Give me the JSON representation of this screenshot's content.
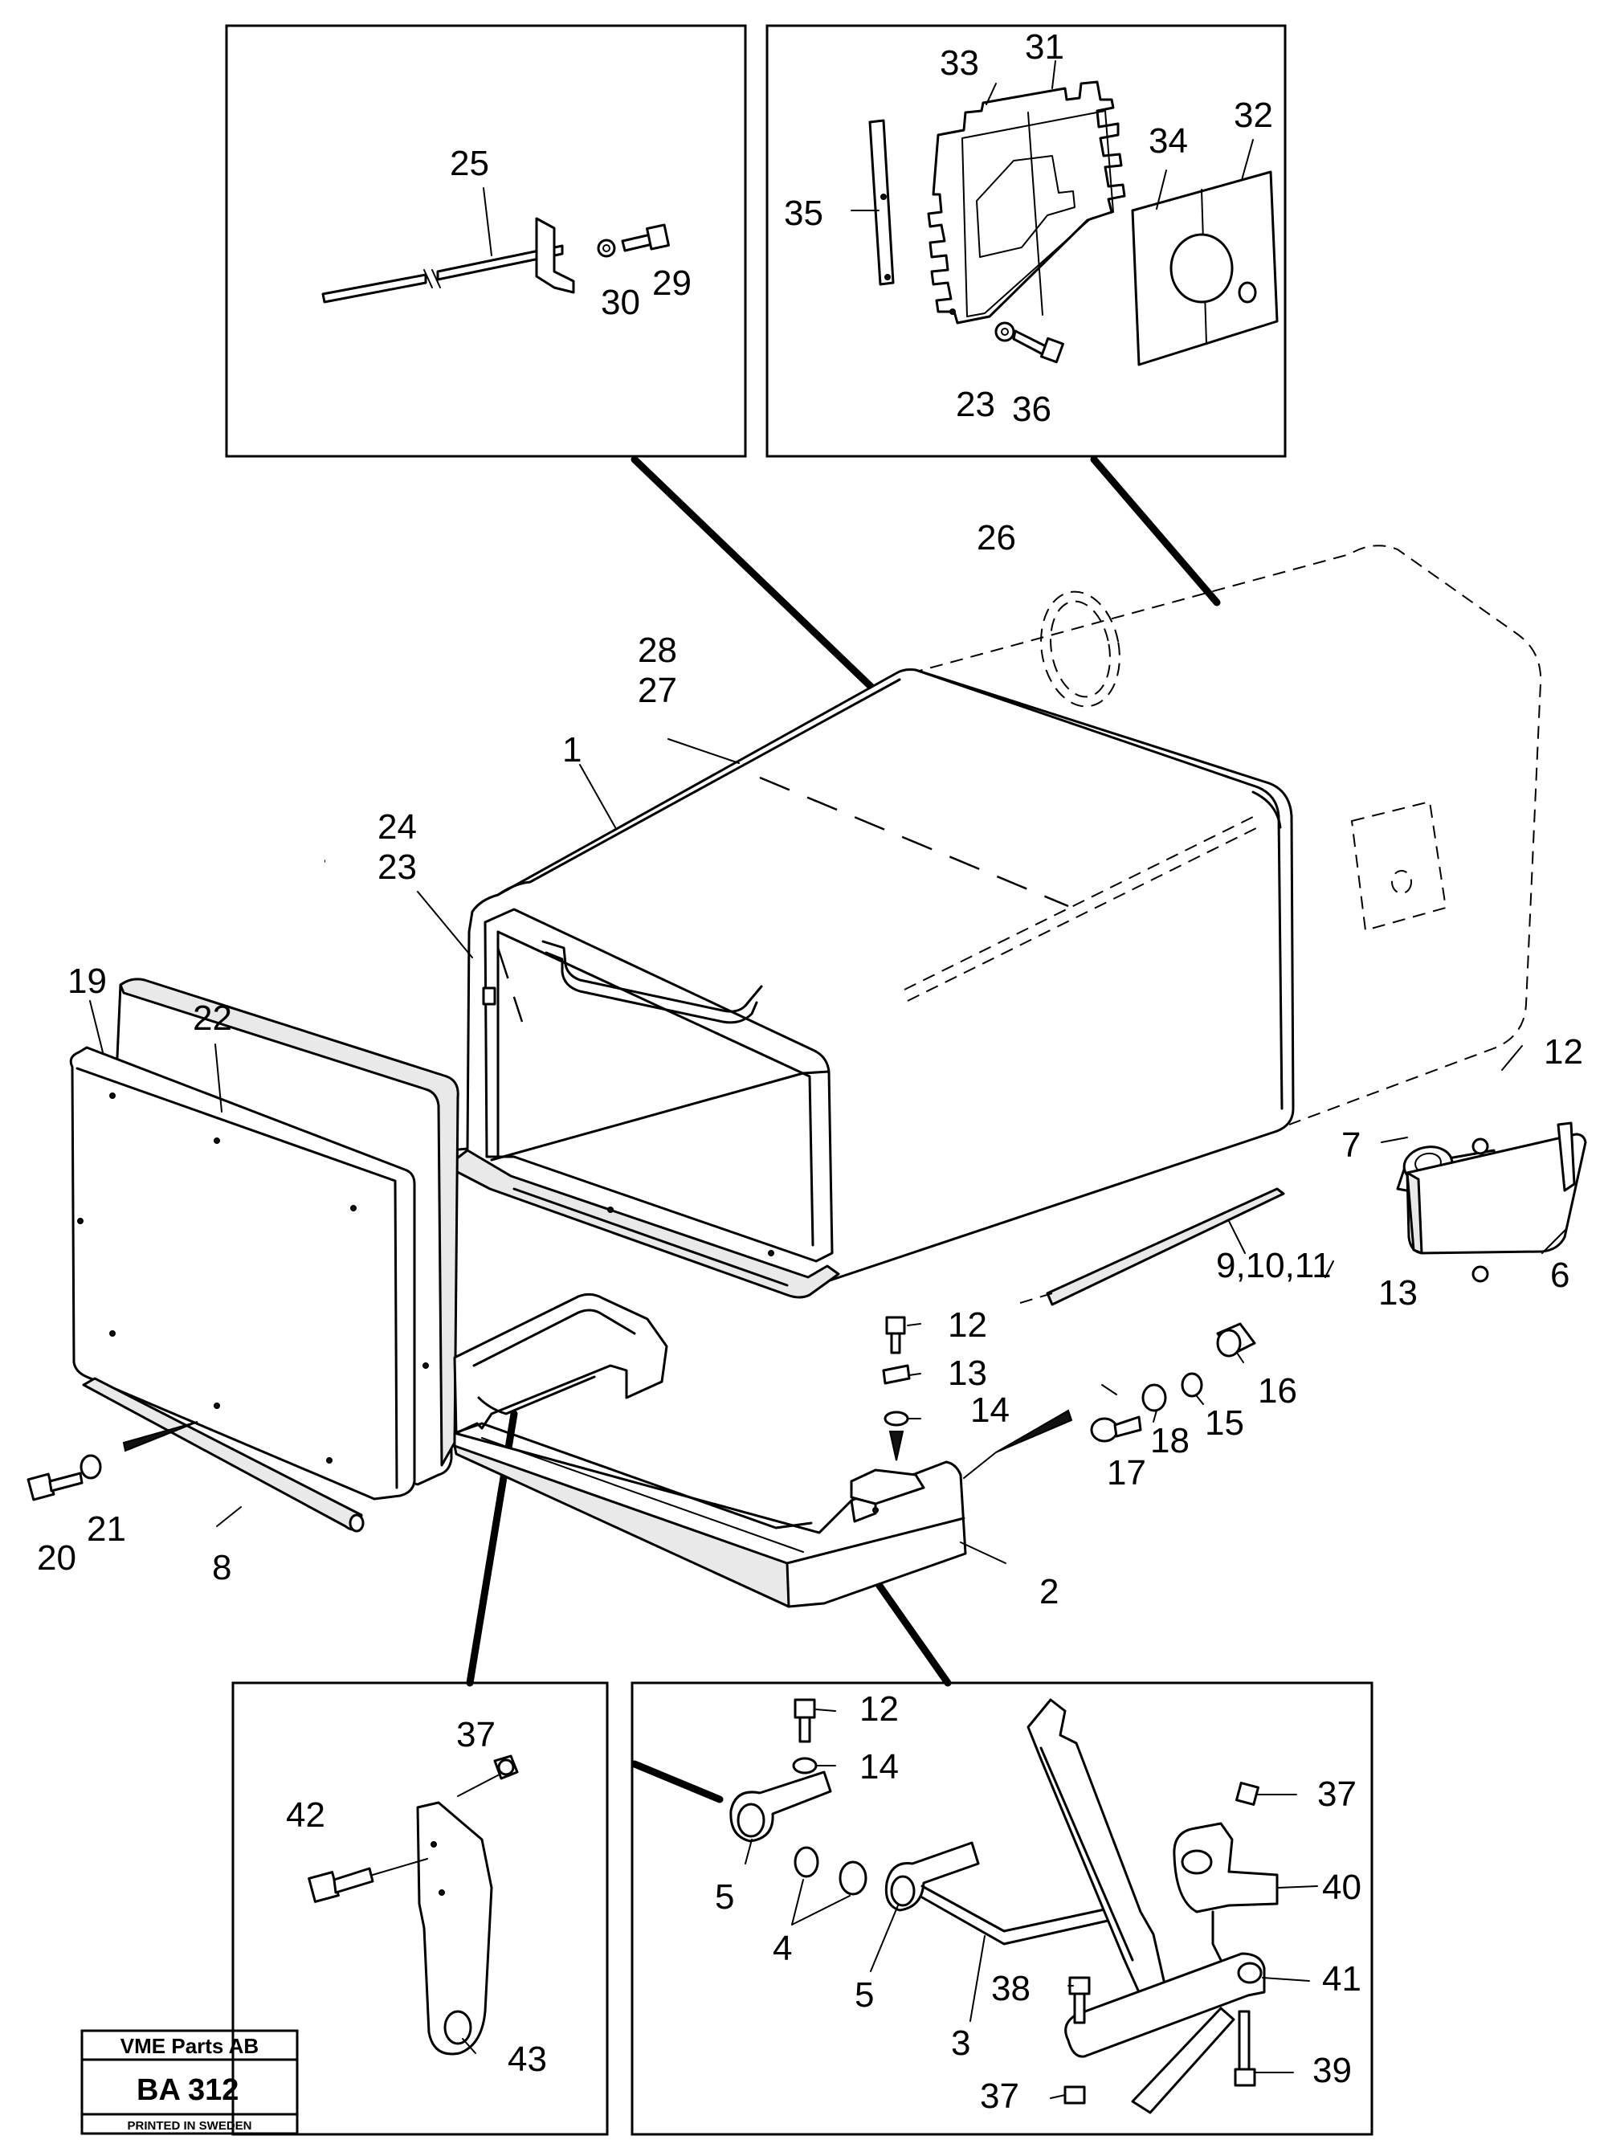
{
  "callouts": {
    "c25": "25",
    "c30": "30",
    "c29": "29",
    "c33": "33",
    "c31": "31",
    "c34": "34",
    "c32": "32",
    "c35": "35",
    "c23a": "23",
    "c36": "36",
    "c26": "26",
    "c28": "28",
    "c27": "27",
    "c1": "1",
    "c24": "24",
    "c23b": "23",
    "c19": "19",
    "c22": "22",
    "c12a": "12",
    "c7": "7",
    "c6": "6",
    "c13a": "13",
    "c9_10_11": "9,10,11",
    "c12b": "12",
    "c13b": "13",
    "c14a": "14",
    "c16": "16",
    "c15": "15",
    "c18": "18",
    "c17": "17",
    "c20": "20",
    "c21": "21",
    "c8": "8",
    "c2": "2",
    "c37a": "37",
    "c42": "42",
    "c43": "43",
    "c12c": "12",
    "c14b": "14",
    "c5a": "5",
    "c4": "4",
    "c5b": "5",
    "c3": "3",
    "c38": "38",
    "c37b": "37",
    "c40": "40",
    "c41": "41",
    "c39": "39",
    "c37c": "37"
  },
  "stamp": {
    "company": "VME Parts AB",
    "code": "BA 312",
    "printed": "PRINTED IN SWEDEN"
  }
}
